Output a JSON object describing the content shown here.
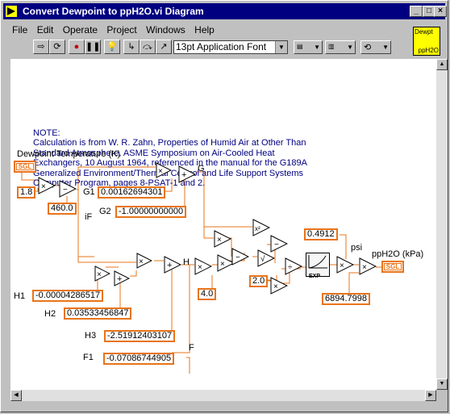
{
  "window": {
    "title": "Convert Dewpoint to ppH2O.vi Diagram",
    "minimize": "_",
    "maximize": "□",
    "close": "×"
  },
  "menu": {
    "items": [
      "File",
      "Edit",
      "Operate",
      "Project",
      "Windows",
      "Help"
    ]
  },
  "toolbar": {
    "font": "13pt Application Font"
  },
  "connector": {
    "top": "Dewpt",
    "bottom": "ppH2O"
  },
  "note": "NOTE:\nCalculation is from W. R. Zahn, Properties of Humid Air at Other Than\nStandard Atmosphere, ASME Symposium on Air-Cooled Heat\nExchangers, 10 August 1964, referenced in the manual for the G189A\nGeneralized Environment/Thermal Control and Life Support Systems\nComputer Program, pages 8-PSAT-1 and 2.",
  "diagram": {
    "dewpoint_label": "Dewpoint Temperature (K)",
    "sgl_in": "SGL",
    "sgl_out": "SGL",
    "c_18": "1.8",
    "c_460": "460.0",
    "g1_label": "G1",
    "g1_value": "0.00162694301",
    "g2_label": "G2",
    "g2_value": "-1.00000000000",
    "g_label": "G",
    "if_label": "iF",
    "h1_label": "H1",
    "h1_value": "-0.00004286517",
    "h2_label": "H2",
    "h2_value": "0.03533456847",
    "h3_label": "H3",
    "h3_value": "-2.51912403107",
    "f1_label": "F1",
    "f1_value": "-0.07086744905",
    "h_label": "H",
    "f_label": "F",
    "c_40": "4.0",
    "c_20": "2.0",
    "c_04912": "0.4912",
    "c_68947998": "6894.7998",
    "psi_label": "psi",
    "out_label": "ppH2O (kPa)",
    "op_mul": "×",
    "op_sub": "−",
    "op_add": "+",
    "op_div": "÷",
    "op_sqr": "x²",
    "op_sqrt": "√",
    "exp_label": "EXP"
  },
  "colors": {
    "accent": "#e8741a",
    "wire": "#e8741a",
    "note": "#000080",
    "title_bar": "#000080",
    "connector": "#ffff00"
  }
}
